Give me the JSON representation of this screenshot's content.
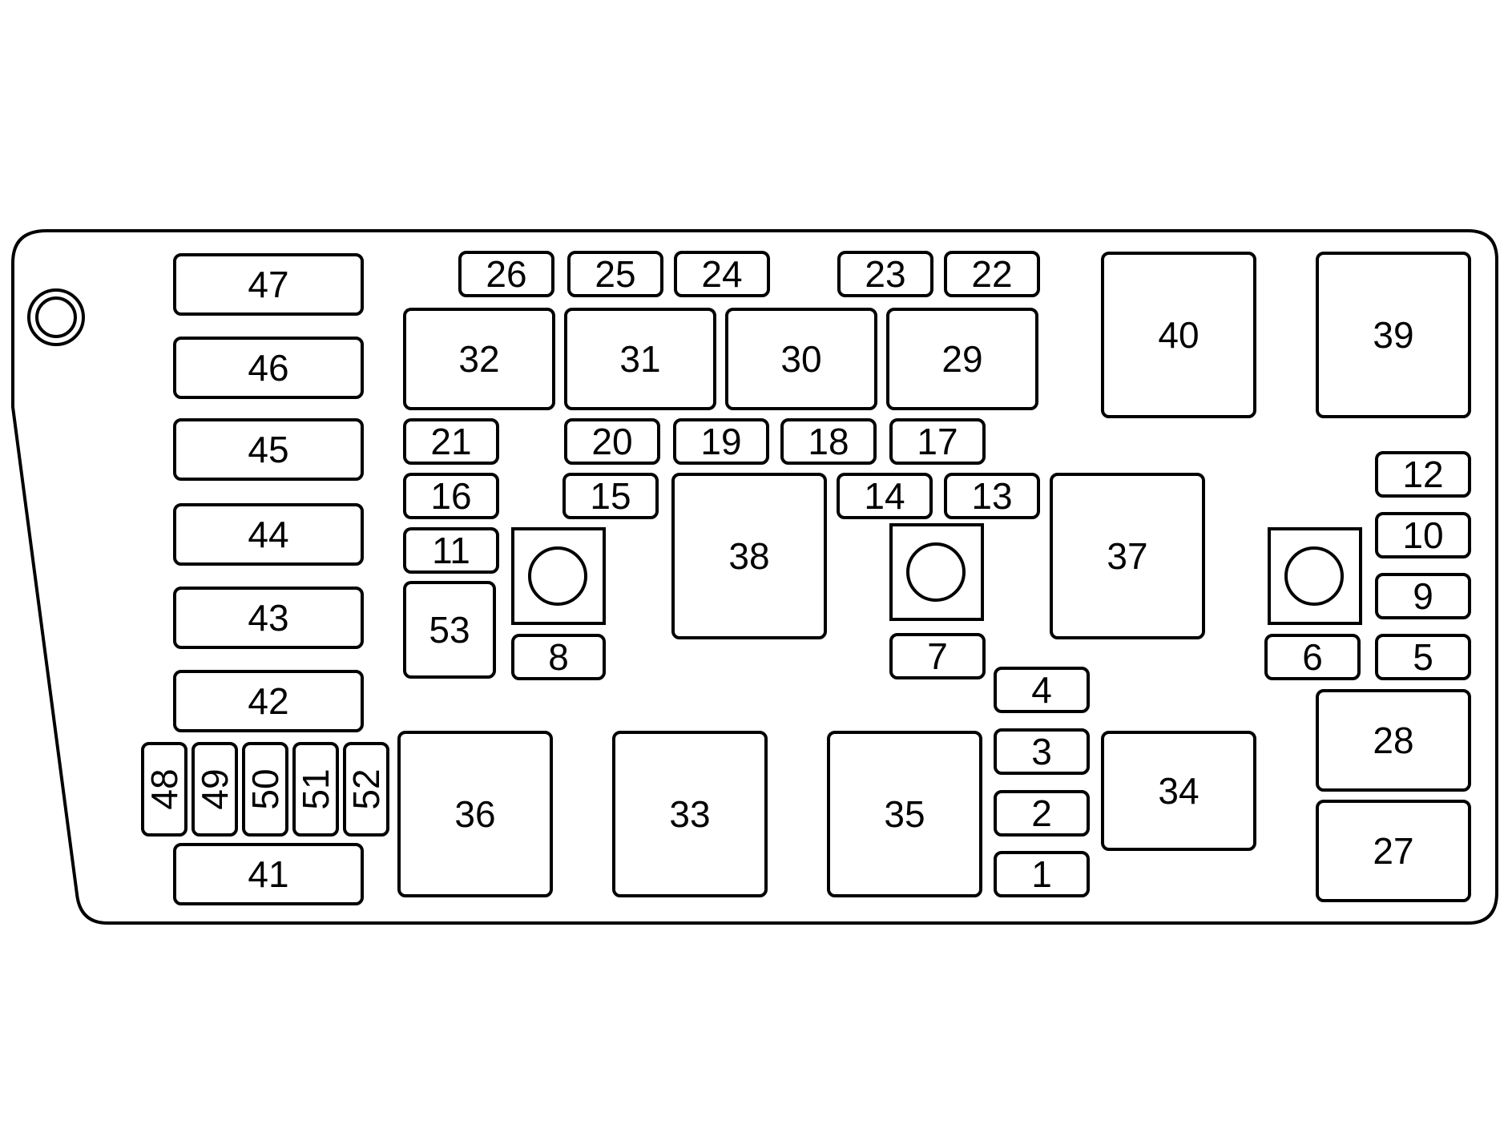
{
  "colors": {
    "stroke": "#000000",
    "fill": "#ffffff"
  },
  "fuses": [
    {
      "label": "47"
    },
    {
      "label": "46"
    },
    {
      "label": "45"
    },
    {
      "label": "44"
    },
    {
      "label": "43"
    },
    {
      "label": "42"
    },
    {
      "label": "41"
    },
    {
      "label": "48"
    },
    {
      "label": "49"
    },
    {
      "label": "50"
    },
    {
      "label": "51"
    },
    {
      "label": "52"
    },
    {
      "label": "26"
    },
    {
      "label": "25"
    },
    {
      "label": "24"
    },
    {
      "label": "23"
    },
    {
      "label": "22"
    },
    {
      "label": "32"
    },
    {
      "label": "31"
    },
    {
      "label": "30"
    },
    {
      "label": "29"
    },
    {
      "label": "40"
    },
    {
      "label": "39"
    },
    {
      "label": "21"
    },
    {
      "label": "20"
    },
    {
      "label": "19"
    },
    {
      "label": "18"
    },
    {
      "label": "17"
    },
    {
      "label": "16"
    },
    {
      "label": "15"
    },
    {
      "label": "14"
    },
    {
      "label": "13"
    },
    {
      "label": "12"
    },
    {
      "label": "11"
    },
    {
      "label": "10"
    },
    {
      "label": "9"
    },
    {
      "label": "53"
    },
    {
      "label": "38"
    },
    {
      "label": "37"
    },
    {
      "label": "8"
    },
    {
      "label": "7"
    },
    {
      "label": "6"
    },
    {
      "label": "5"
    },
    {
      "label": "4"
    },
    {
      "label": "28"
    },
    {
      "label": "3"
    },
    {
      "label": "2"
    },
    {
      "label": "1"
    },
    {
      "label": "36"
    },
    {
      "label": "33"
    },
    {
      "label": "35"
    },
    {
      "label": "34"
    },
    {
      "label": "27"
    }
  ]
}
